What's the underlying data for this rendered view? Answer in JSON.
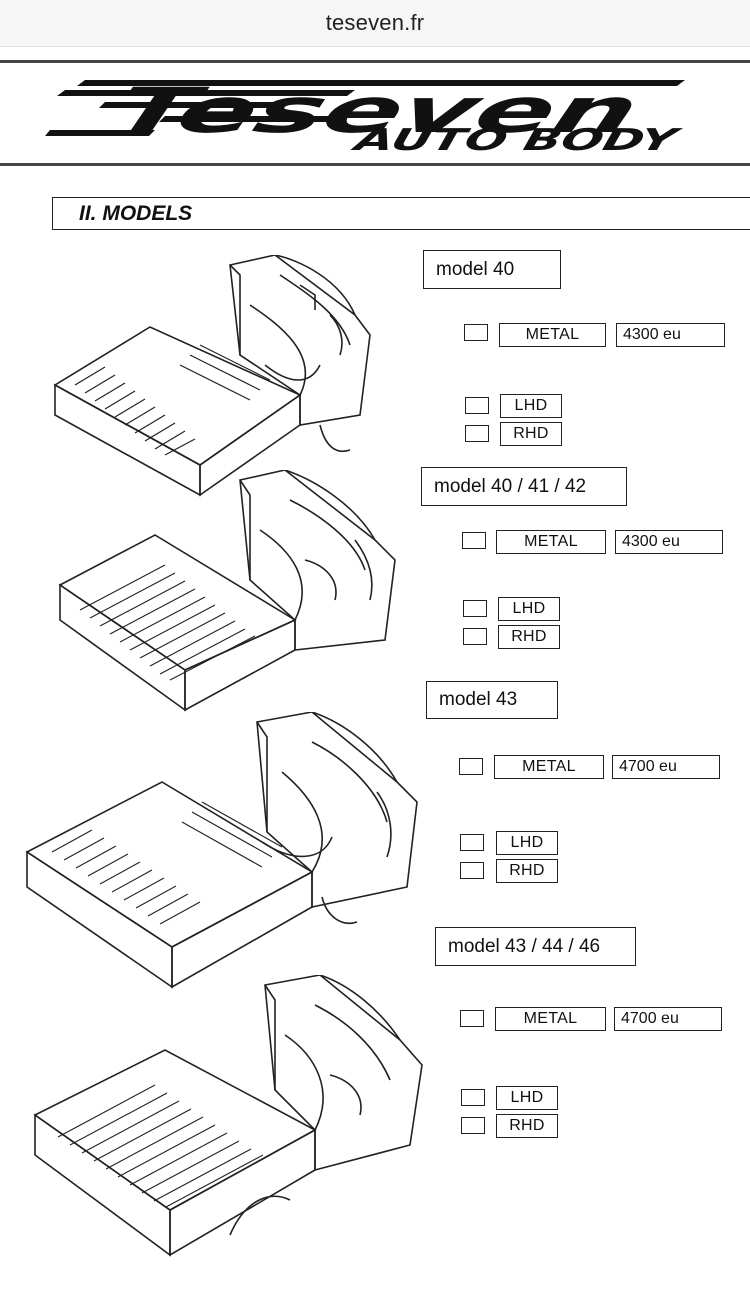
{
  "browser": {
    "url": "teseven.fr"
  },
  "header": {
    "logo_main": "Teseven",
    "logo_sub": "AUTO BODY"
  },
  "section": {
    "title": "II. MODELS"
  },
  "models": [
    {
      "name": "model 40",
      "material": "METAL",
      "price": "4300 eu",
      "options": [
        "LHD",
        "RHD"
      ]
    },
    {
      "name": "model 40 / 41 / 42",
      "material": "METAL",
      "price": "4300 eu",
      "options": [
        "LHD",
        "RHD"
      ]
    },
    {
      "name": "model 43",
      "material": "METAL",
      "price": "4700 eu",
      "options": [
        "LHD",
        "RHD"
      ]
    },
    {
      "name": "model 43 / 44 / 46",
      "material": "METAL",
      "price": "4700 eu",
      "options": [
        "LHD",
        "RHD"
      ]
    }
  ]
}
